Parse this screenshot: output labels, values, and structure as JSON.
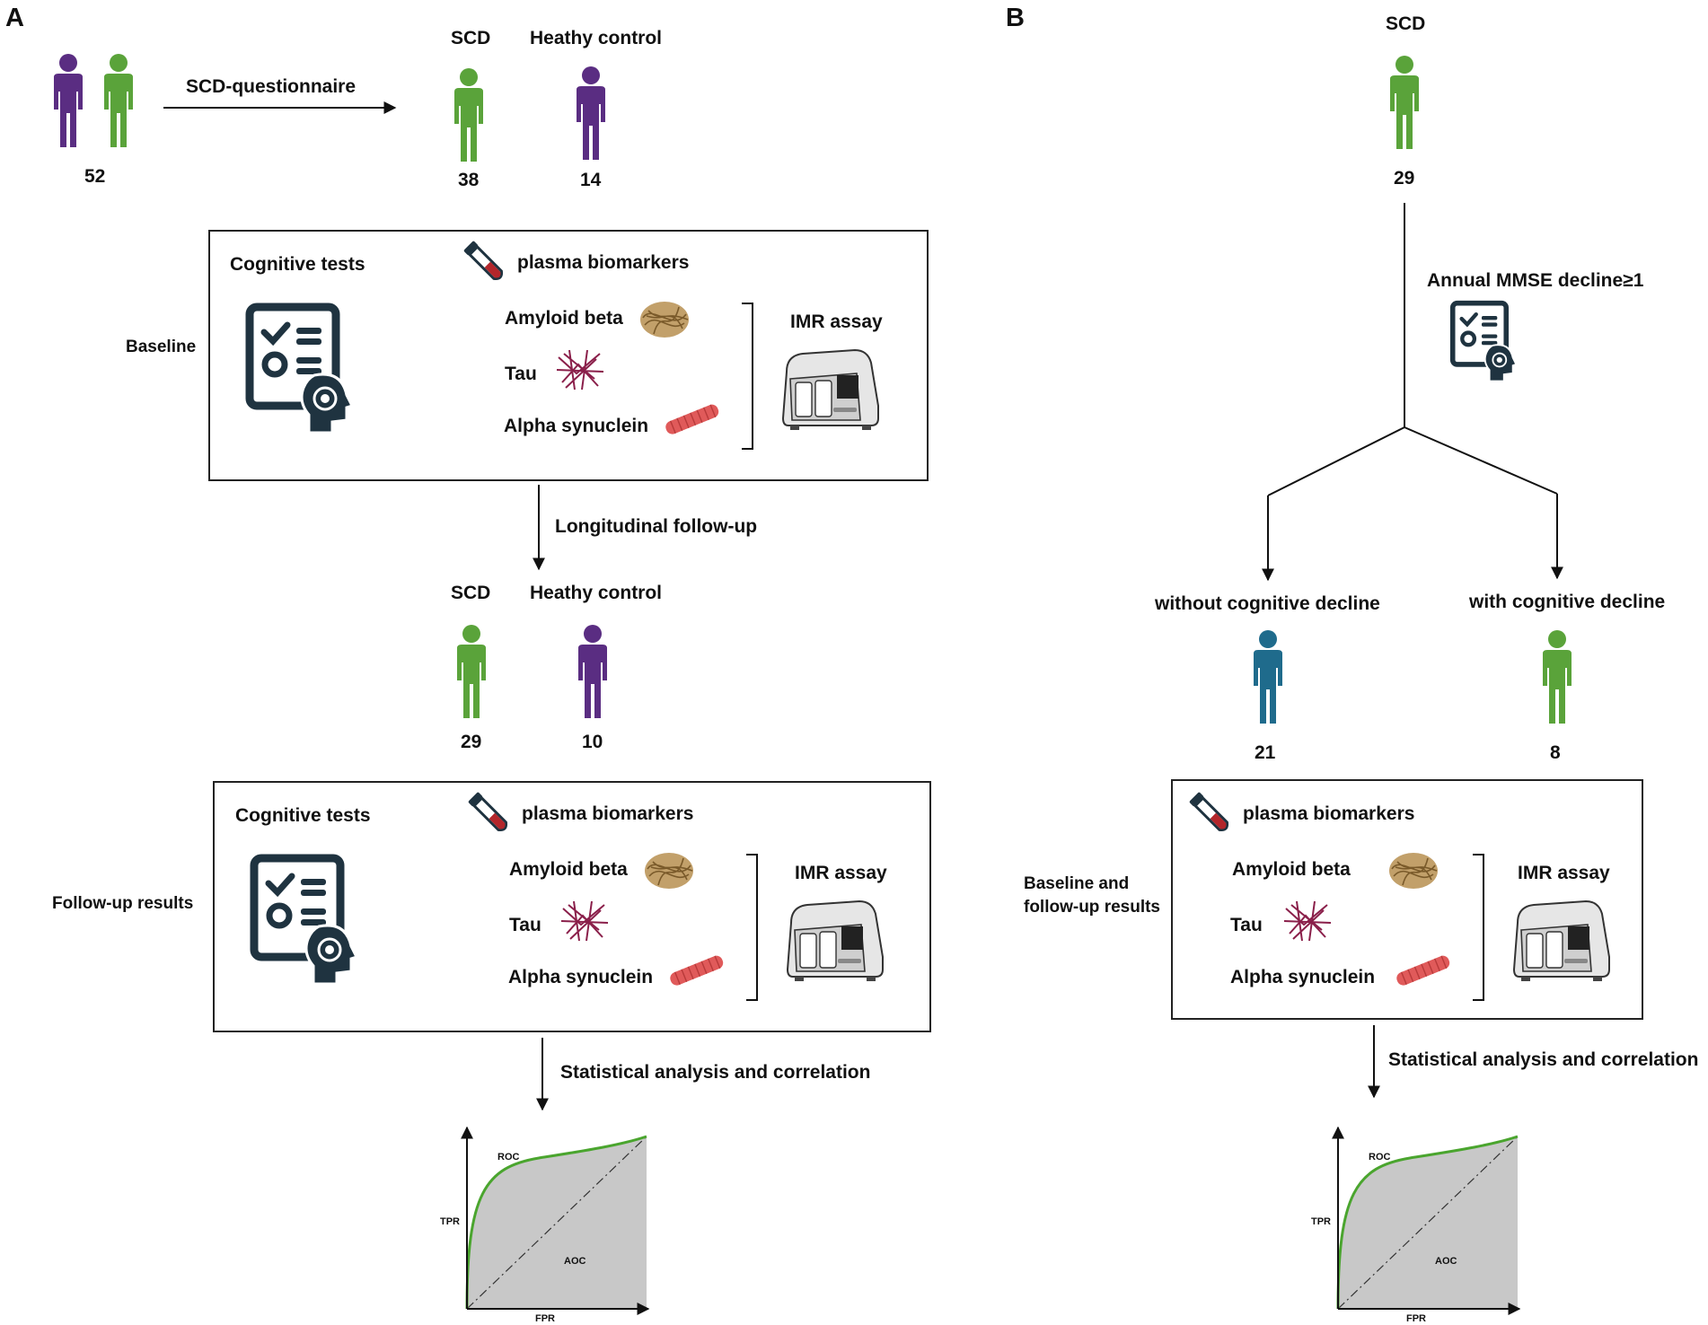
{
  "panels": {
    "a": {
      "label": "A",
      "questionnaire": "SCD-questionnaire",
      "total_count": "52",
      "scd_label": "SCD",
      "control_label": "Heathy control",
      "scd_count": "38",
      "control_count": "14",
      "baseline_label": "Baseline",
      "followup_arrow_label": "Longitudinal follow-up",
      "fu_scd_label": "SCD",
      "fu_control_label": "Heathy control",
      "fu_scd_count": "29",
      "fu_control_count": "10",
      "followup_results_label": "Follow-up results",
      "stats_label": "Statistical analysis and correlation"
    },
    "b": {
      "label": "B",
      "scd_label": "SCD",
      "scd_count": "29",
      "criterion": "Annual MMSE decline≥1",
      "without_label": "without cognitive decline",
      "with_label": "with cognitive decline",
      "without_count": "21",
      "with_count": "8",
      "results_label_line1": "Baseline and",
      "results_label_line2": "follow-up results",
      "stats_label": "Statistical analysis and correlation"
    }
  },
  "assay_box": {
    "cognitive_tests": "Cognitive tests",
    "plasma_biomarkers": "plasma biomarkers",
    "amyloid_beta": "Amyloid beta",
    "tau": "Tau",
    "alpha_synuclein": "Alpha synuclein",
    "imr_assay": "IMR assay"
  },
  "roc": {
    "roc_label": "ROC",
    "tpr_label": "TPR",
    "fpr_label": "FPR",
    "aoc_label": "AOC"
  },
  "colors": {
    "scd_green": "#5aa33a",
    "control_purple": "#5a2d82",
    "no_decline_blue": "#1f6b8c",
    "roc_curve": "#4aa52e",
    "auc_fill": "#c8c8c8",
    "icon_dark": "#1f3340"
  },
  "icons": [
    "person-icon",
    "checklist-head-icon",
    "test-tube-icon",
    "amyloid-fiber-icon",
    "tau-tangle-icon",
    "synuclein-rod-icon",
    "imr-analyzer-icon"
  ]
}
